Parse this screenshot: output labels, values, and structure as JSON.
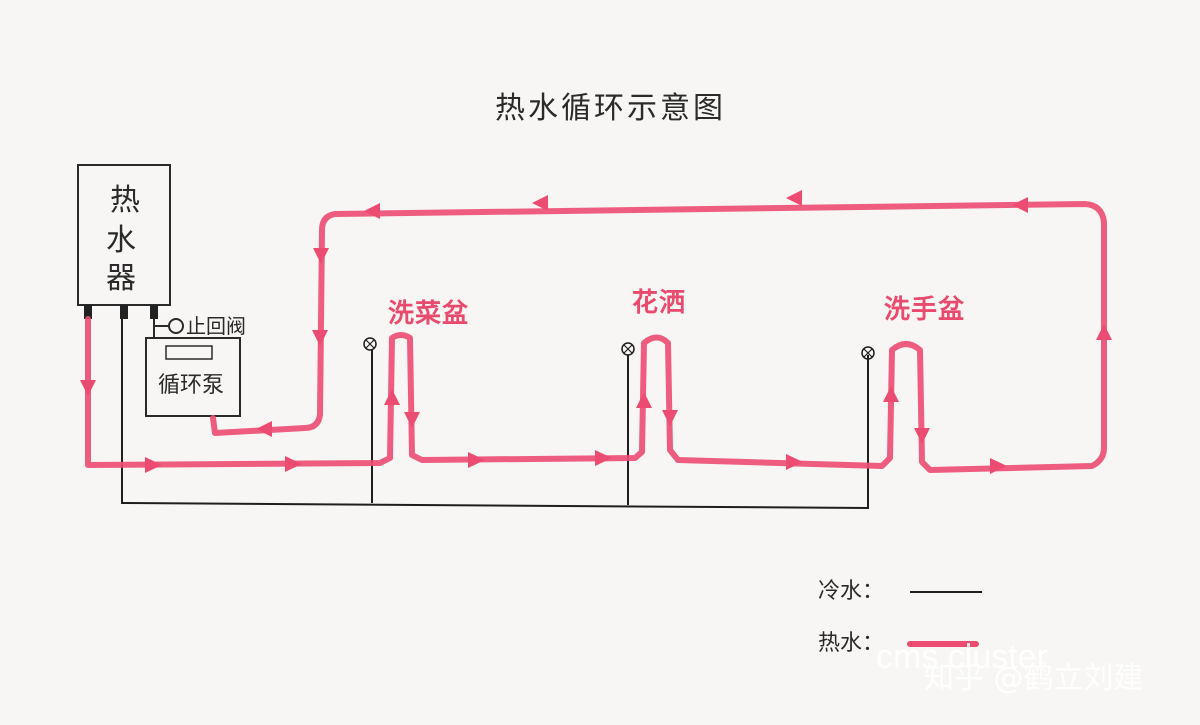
{
  "title": "热水循环示意图",
  "heater": {
    "lines": [
      "热",
      "水",
      "器"
    ]
  },
  "pump": {
    "label": "循环泵"
  },
  "check_valve": {
    "label": "止回阀"
  },
  "fixtures": [
    {
      "label": "洗菜盆"
    },
    {
      "label": "花洒"
    },
    {
      "label": "洗手盆"
    }
  ],
  "legend": {
    "cold": {
      "label": "冷水：",
      "color": "#1e1e1e"
    },
    "hot": {
      "label": "热水：",
      "color": "#ec4c72"
    }
  },
  "watermark": {
    "latin": "cms cluster",
    "chinese": "知乎 @鹤立刘建"
  }
}
